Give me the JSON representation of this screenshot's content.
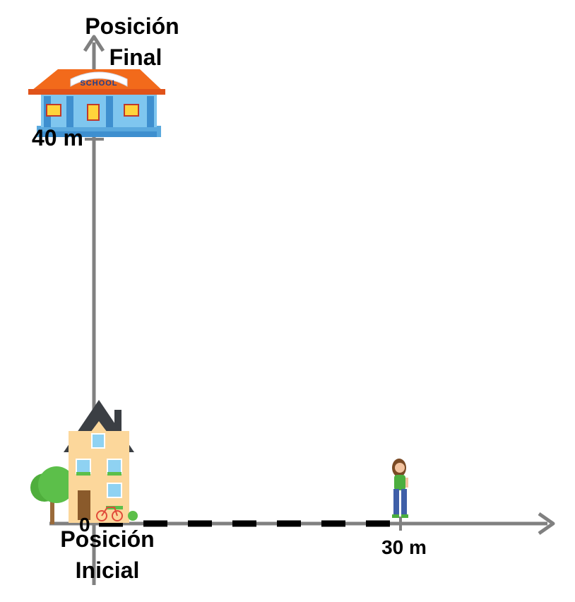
{
  "labels": {
    "final_line1": "Posición",
    "final_line2": "Final",
    "initial_line1": "Posición",
    "initial_line2": "Inicial",
    "y_tick": "40 m",
    "origin": "0",
    "x_tick": "30 m",
    "school_sign": "SCHOOL"
  },
  "colors": {
    "axis": "#808080",
    "path_dash": "#000000",
    "school_roof": "#f26a1b",
    "school_wall": "#7fc6ef",
    "house_wall": "#fcd79b",
    "house_roof": "#3b3f44",
    "tree": "#5cbf4a"
  },
  "icons": {
    "school": "school-building-icon",
    "house": "house-icon",
    "tree": "tree-icon",
    "bicycle": "bicycle-icon",
    "girl": "girl-figure-icon"
  }
}
